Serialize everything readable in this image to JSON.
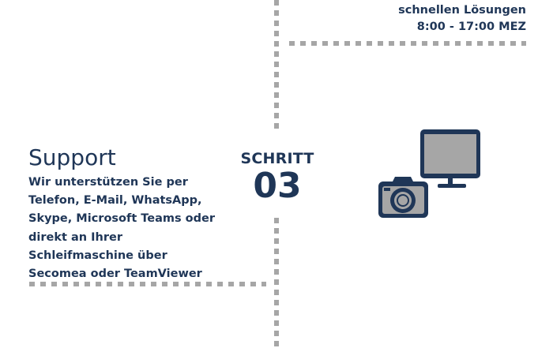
{
  "hours_note": {
    "line1": "schnellen Lösungen",
    "line2": "8:00 - 17:00 MEZ"
  },
  "step": {
    "label": "SCHRITT",
    "number": "03"
  },
  "support": {
    "title": "Support",
    "lines": [
      "Wir unterstützen Sie per",
      "Telefon, E-Mail, WhatsApp,",
      "Skype, Microsoft Teams oder",
      "direkt an Ihrer",
      "Schleifmaschine über",
      "Secomea oder TeamViewer"
    ]
  },
  "icons": {
    "monitor": "monitor-icon",
    "camera": "camera-icon"
  },
  "colors": {
    "text": "#1f3657",
    "icon_fill": "#a6a6a6",
    "dash": "#a6a6a6"
  }
}
